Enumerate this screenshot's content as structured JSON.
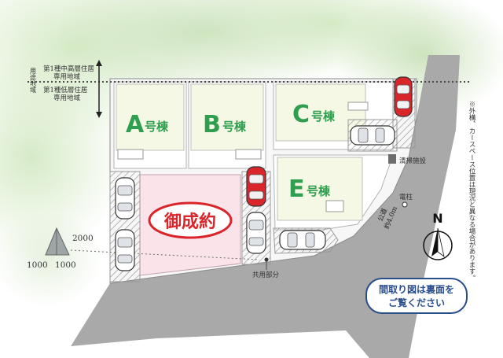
{
  "zoning": {
    "upper": {
      "line1": "第1種中高層住居",
      "line2": "専用地域"
    },
    "lower": {
      "line1": "第1種低層住居",
      "line2": "専用地域"
    },
    "side_label": "用途地域"
  },
  "buildings": {
    "a": {
      "letter": "A",
      "suffix": "号棟"
    },
    "b": {
      "letter": "B",
      "suffix": "号棟"
    },
    "c": {
      "letter": "C",
      "suffix": "号棟"
    },
    "e": {
      "letter": "E",
      "suffix": "号棟"
    }
  },
  "sold_label": "御成約",
  "cleaning_facility": "清掃施設",
  "utility_pole": "電柱",
  "road": {
    "line1": "公道",
    "line2": "約4.0m"
  },
  "shared_area": "共用部分",
  "north_label": "N",
  "vertical_note": "※外構、カースペース位置は現況と異なる場合があります。",
  "floorplan_note": {
    "line1": "間取り図は裏面を",
    "line2": "ご覧ください"
  },
  "scale": {
    "height": "2000",
    "base_left": "1000",
    "base_right": "1000"
  },
  "colors": {
    "accent_green": "#2f9e4e",
    "sold_red": "#d9262b",
    "note_blue": "#2a4e8c",
    "road_gray": "#a9a9a9",
    "lot_pink": "#fbe3ea"
  }
}
